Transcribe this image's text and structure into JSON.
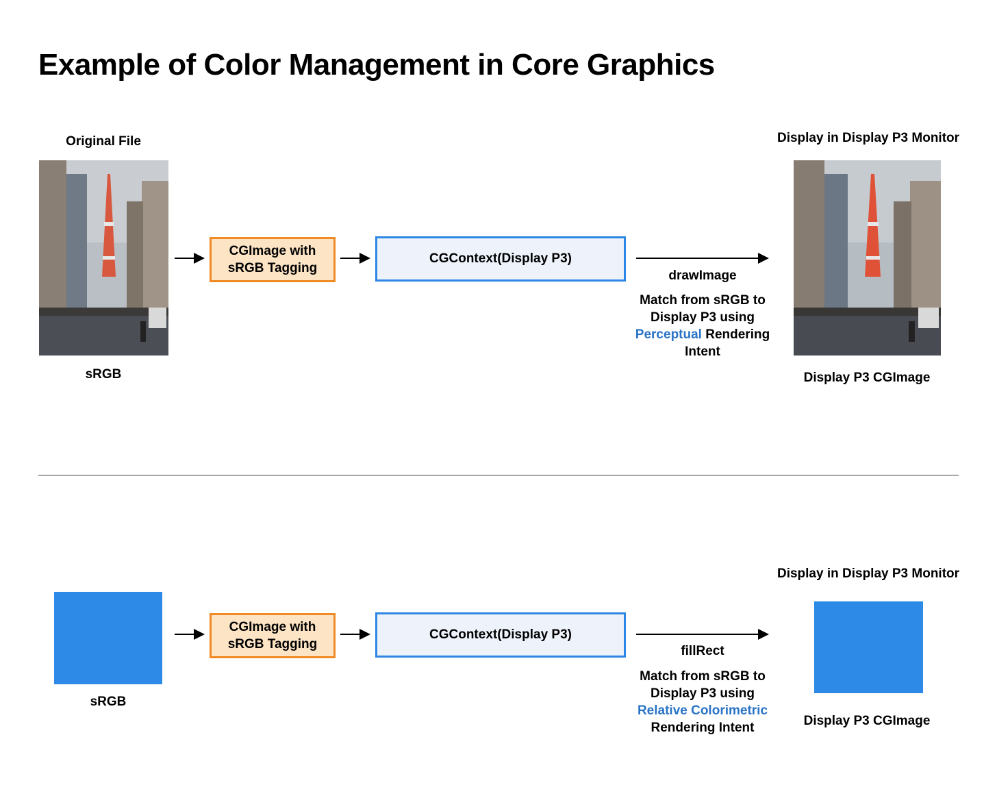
{
  "title": "Example of Color Management in Core Graphics",
  "colors": {
    "orange_fill": "#fde4c4",
    "orange_border": "#f08a24",
    "blue_fill": "#eef3fb",
    "blue_border": "#2d86e3",
    "swatch": "#2d8ae6",
    "accent_text": "#2a73c6",
    "divider": "#a8a8a8"
  },
  "top": {
    "source_heading": "Original File",
    "source_label": "sRGB",
    "image_box": {
      "line1": "CGImage with",
      "line2": "sRGB Tagging"
    },
    "context_box": "CGContext(Display P3)",
    "operation": "drawImage",
    "note": {
      "line1": "Match from sRGB to",
      "line2": "Display P3 using",
      "intent_highlight": "Perceptual",
      "intent_rest": " Rendering",
      "line4": "Intent"
    },
    "dest_heading": "Display in Display P3 Monitor",
    "dest_label": "Display P3 CGImage"
  },
  "bottom": {
    "source_label": "sRGB",
    "image_box": {
      "line1": "CGImage with",
      "line2": "sRGB Tagging"
    },
    "context_box": "CGContext(Display P3)",
    "operation": "fillRect",
    "note": {
      "line1": "Match from sRGB to",
      "line2": "Display P3 using",
      "intent_highlight": "Relative Colorimetric",
      "line4": "Rendering Intent"
    },
    "dest_heading": "Display in Display P3 Monitor",
    "dest_label": "Display P3 CGImage"
  }
}
